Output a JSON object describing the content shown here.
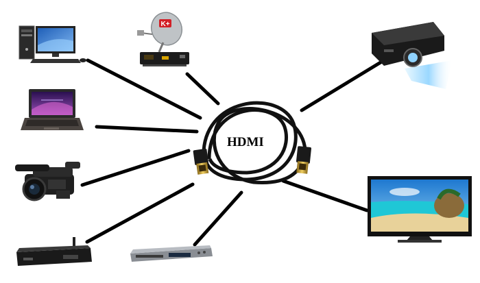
{
  "center": {
    "label": "HDMI",
    "icon": "hdmi-cable-icon"
  },
  "devices": [
    {
      "id": "desktop-computer",
      "icon": "desktop-computer-icon"
    },
    {
      "id": "satellite-receiver",
      "icon": "satellite-dish-receiver-icon",
      "dish_logo": "K+"
    },
    {
      "id": "projector",
      "icon": "projector-icon"
    },
    {
      "id": "laptop",
      "icon": "laptop-icon"
    },
    {
      "id": "camcorder",
      "icon": "camcorder-icon"
    },
    {
      "id": "tv",
      "icon": "flat-screen-tv-icon"
    },
    {
      "id": "media-box",
      "icon": "media-player-box-icon"
    },
    {
      "id": "dvd-player",
      "icon": "dvd-player-icon"
    }
  ],
  "colors": {
    "connector_line": "#000000",
    "cable": "#111111",
    "monitor_screen": "#3a7bd5",
    "laptop_screen": "#4b2a7a",
    "projector_beam": "#8fd3ff",
    "tv_sky": "#3fa4e0",
    "tv_sea": "#1fc7d6",
    "tv_sand": "#e8d29a",
    "plug_gold": "#c8a032",
    "dish_red": "#d21f26"
  }
}
